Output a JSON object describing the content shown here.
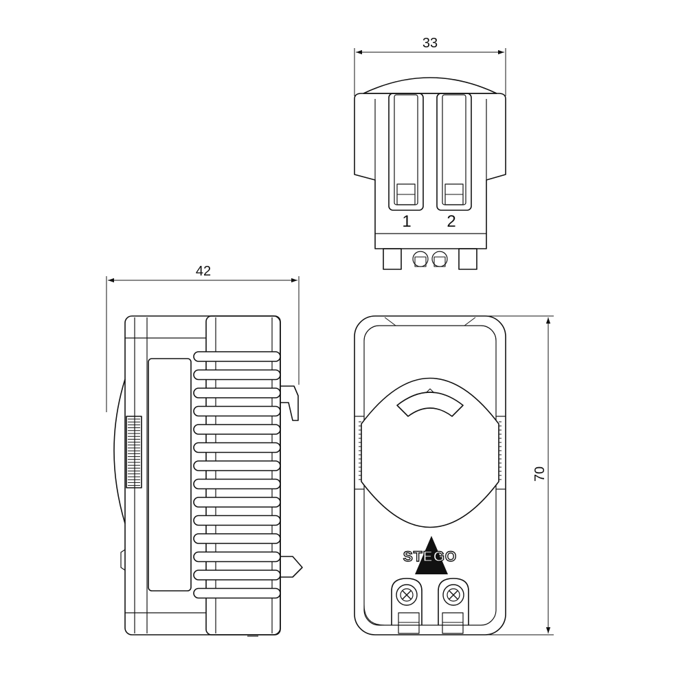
{
  "dimensions": {
    "top_width": "33",
    "side_width": "42",
    "front_height": "70"
  },
  "terminals": {
    "left_label": "1",
    "right_label": "2"
  },
  "brand": {
    "name": "STEGO"
  },
  "colors": {
    "line": "#111111",
    "background": "#ffffff"
  }
}
